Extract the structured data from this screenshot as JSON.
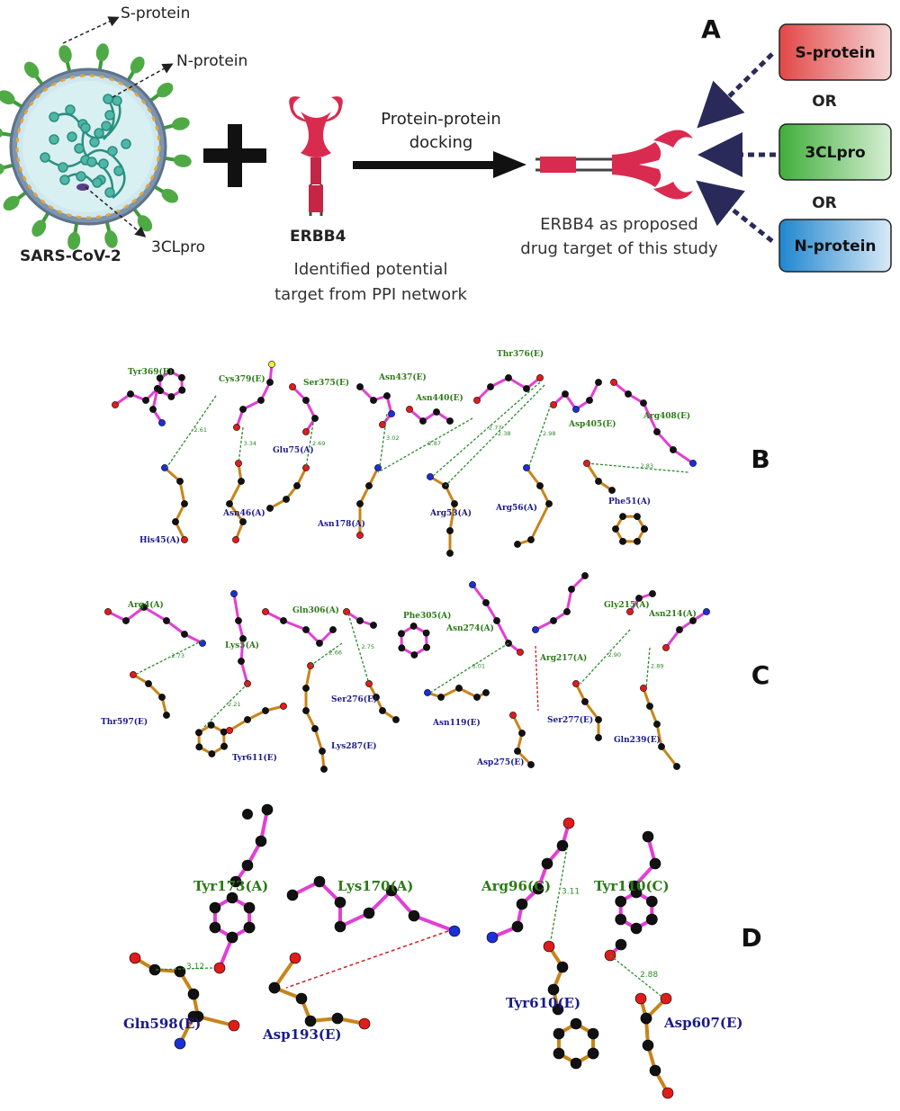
{
  "panel_letters": [
    "A",
    "B",
    "C",
    "D"
  ],
  "panel_a": {
    "virus_name": "SARS-CoV-2",
    "virus_protein_labels": [
      "S-protein",
      "N-protein",
      "3CLpro"
    ],
    "receptor_name": "ERBB4",
    "receptor_caption": [
      "Identified potential",
      "target from PPI network"
    ],
    "arrow_caption": [
      "Protein-protein",
      "docking"
    ],
    "target_caption": [
      "ERBB4 as proposed",
      "drug target of this study"
    ],
    "boxes": [
      {
        "label": "S-protein",
        "color_top": "#f0a0a0",
        "color_bottom": "#e8504f"
      },
      {
        "label": "3CLpro",
        "color_top": "#a8dba0",
        "color_bottom": "#52b64a"
      },
      {
        "label": "N-protein",
        "color_top": "#9cc8ea",
        "color_bottom": "#2f8fd3"
      }
    ],
    "or_labels": [
      "OR",
      "OR"
    ]
  },
  "panel_b": {
    "ligand_residues": [
      "Tyr369(E)",
      "Cys379(E)",
      "Ser375(E)",
      "Asn437(E)",
      "Asn440(E)",
      "Thr376(E)",
      "Asp405(E)",
      "Arg408(E)"
    ],
    "receptor_residues": [
      "His45(A)",
      "Asn46(A)",
      "Glu75(A)",
      "Asn178(A)",
      "Arg53(A)",
      "Arg56(A)",
      "Phe51(A)"
    ],
    "distances": [
      "2.61",
      "3.34",
      "2.69",
      "3.02",
      "2.87",
      "2.77",
      "2.38",
      "2.98",
      "2.83"
    ]
  },
  "panel_c": {
    "ligand_residues": [
      "Arg4(A)",
      "Lys5(A)",
      "Gln306(A)",
      "Phe305(A)",
      "Asn274(A)",
      "Arg217(A)",
      "Gly215(A)",
      "Asn214(A)"
    ],
    "receptor_residues": [
      "Thr597(E)",
      "Tyr611(E)",
      "Lys287(E)",
      "Ser276(E)",
      "Asn119(E)",
      "Asp275(E)",
      "Ser277(E)",
      "Gln239(E)"
    ],
    "distances": [
      "2.73",
      "2.21",
      "2.66",
      "2.75",
      "3.01",
      "2.90",
      "2.89"
    ]
  },
  "panel_d": {
    "ligand_residues": [
      "Tyr173(A)",
      "Lys170(A)",
      "Arg96(C)",
      "Tyr110(C)"
    ],
    "receptor_residues": [
      "Gln598(E)",
      "Asp193(E)",
      "Tyr610(E)",
      "Asp607(E)"
    ],
    "distances": [
      "3.12",
      "3.11",
      "2.88"
    ]
  },
  "colors": {
    "ligand_bond": "#e23fd6",
    "receptor_bond": "#c8841a",
    "hbond": "#2c8a2c",
    "salt_bridge": "#cc2222",
    "ligand_label": "#2b7a16",
    "receptor_label": "#1a1a8a",
    "box_arrow": "#2a2a5a"
  }
}
